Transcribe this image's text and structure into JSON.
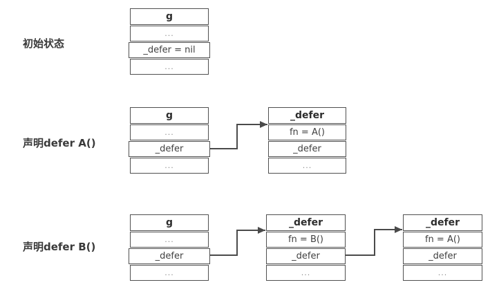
{
  "diagram": {
    "title_hint": "defer linked list states",
    "rows": [
      {
        "label": "初始状态",
        "tables": [
          {
            "header": "g",
            "cells": [
              "...",
              "_defer = nil",
              "..."
            ]
          }
        ]
      },
      {
        "label": "声明defer A()",
        "tables": [
          {
            "header": "g",
            "cells": [
              "...",
              "_defer",
              "..."
            ]
          },
          {
            "header": "_defer",
            "cells": [
              "fn = A()",
              "_defer",
              "..."
            ]
          }
        ]
      },
      {
        "label": "声明defer B()",
        "tables": [
          {
            "header": "g",
            "cells": [
              "...",
              "_defer",
              "..."
            ]
          },
          {
            "header": "_defer",
            "cells": [
              "fn = B()",
              "_defer",
              "..."
            ]
          },
          {
            "header": "_defer",
            "cells": [
              "fn = A()",
              "_defer",
              "..."
            ]
          }
        ]
      }
    ],
    "colors": {
      "border": "#4f4f4f",
      "arrow": "#4a4a4a",
      "text": "#3f3f3f",
      "header_text": "#2d2d2d",
      "ellipsis_text": "#8a8a8a",
      "background": "#ffffff"
    }
  }
}
